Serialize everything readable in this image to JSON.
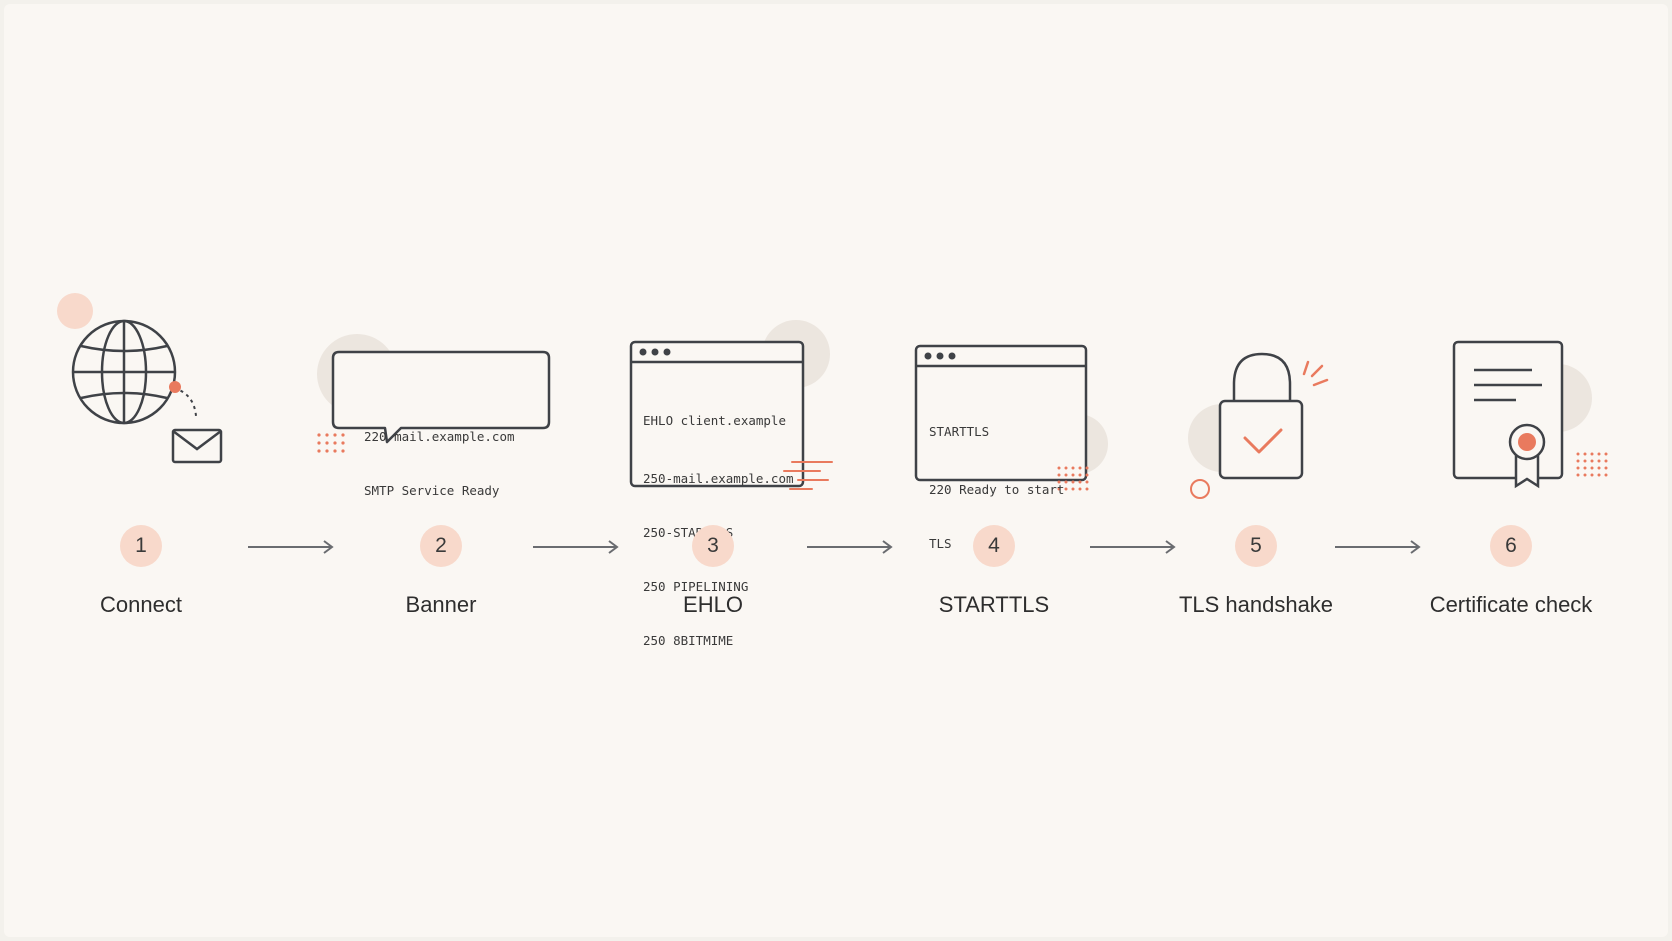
{
  "colors": {
    "background": "#faf7f3",
    "stroke": "#3f4247",
    "accent": "#e97a5e",
    "accent_soft": "#f8d9cb",
    "blob": "#ece6df"
  },
  "steps": [
    {
      "number": "1",
      "label": "Connect",
      "icon": "globe-envelope-icon"
    },
    {
      "number": "2",
      "label": "Banner",
      "icon": "speech-bubble-icon",
      "lines": [
        "220 mail.example.com",
        "SMTP Service Ready"
      ]
    },
    {
      "number": "3",
      "label": "EHLO",
      "icon": "terminal-window-icon",
      "lines": [
        "EHLO client.example",
        "250-mail.example.com",
        "250-STARTTLS",
        "250 PIPELINING",
        "250 8BITMIME"
      ]
    },
    {
      "number": "4",
      "label": "STARTTLS",
      "icon": "terminal-window-icon",
      "lines": [
        "STARTTLS",
        "220 Ready to start",
        "TLS"
      ]
    },
    {
      "number": "5",
      "label": "TLS handshake",
      "icon": "padlock-check-icon"
    },
    {
      "number": "6",
      "label": "Certificate check",
      "icon": "certificate-icon"
    }
  ]
}
